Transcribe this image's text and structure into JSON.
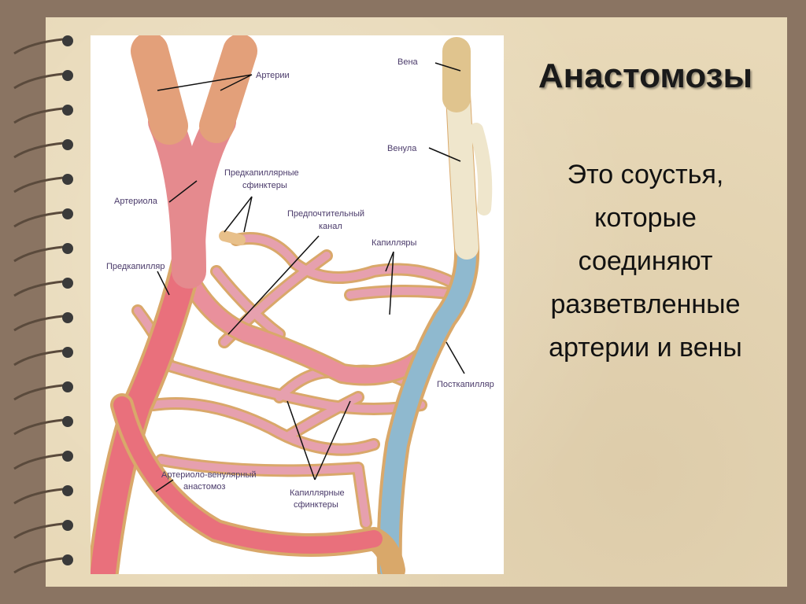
{
  "slide": {
    "title": "Анастомозы",
    "body_lines": [
      "Это соустья,",
      "которые",
      "соединяют",
      "разветвленные",
      "артерии и вены"
    ]
  },
  "diagram": {
    "labels": {
      "arteries": "Артерии",
      "vein": "Вена",
      "venule": "Венула",
      "precap_sphincters_1": "Предкапиллярные",
      "precap_sphincters_2": "сфинктеры",
      "arteriole": "Артериола",
      "preferred_channel_1": "Предпочтительный",
      "preferred_channel_2": "канал",
      "capillaries": "Капилляры",
      "precapillary": "Предкапилляр",
      "postcapillary": "Посткапилляр",
      "av_anastomosis_1": "Артериоло-венулярный",
      "av_anastomosis_2": "анастомоз",
      "cap_sphincters_1": "Капиллярные",
      "cap_sphincters_2": "сфинктеры"
    },
    "colors": {
      "artery": "#e9707c",
      "vein": "#8fb9cf",
      "wall": "#d9a86a",
      "outer_artery": "#e3a07a"
    }
  }
}
